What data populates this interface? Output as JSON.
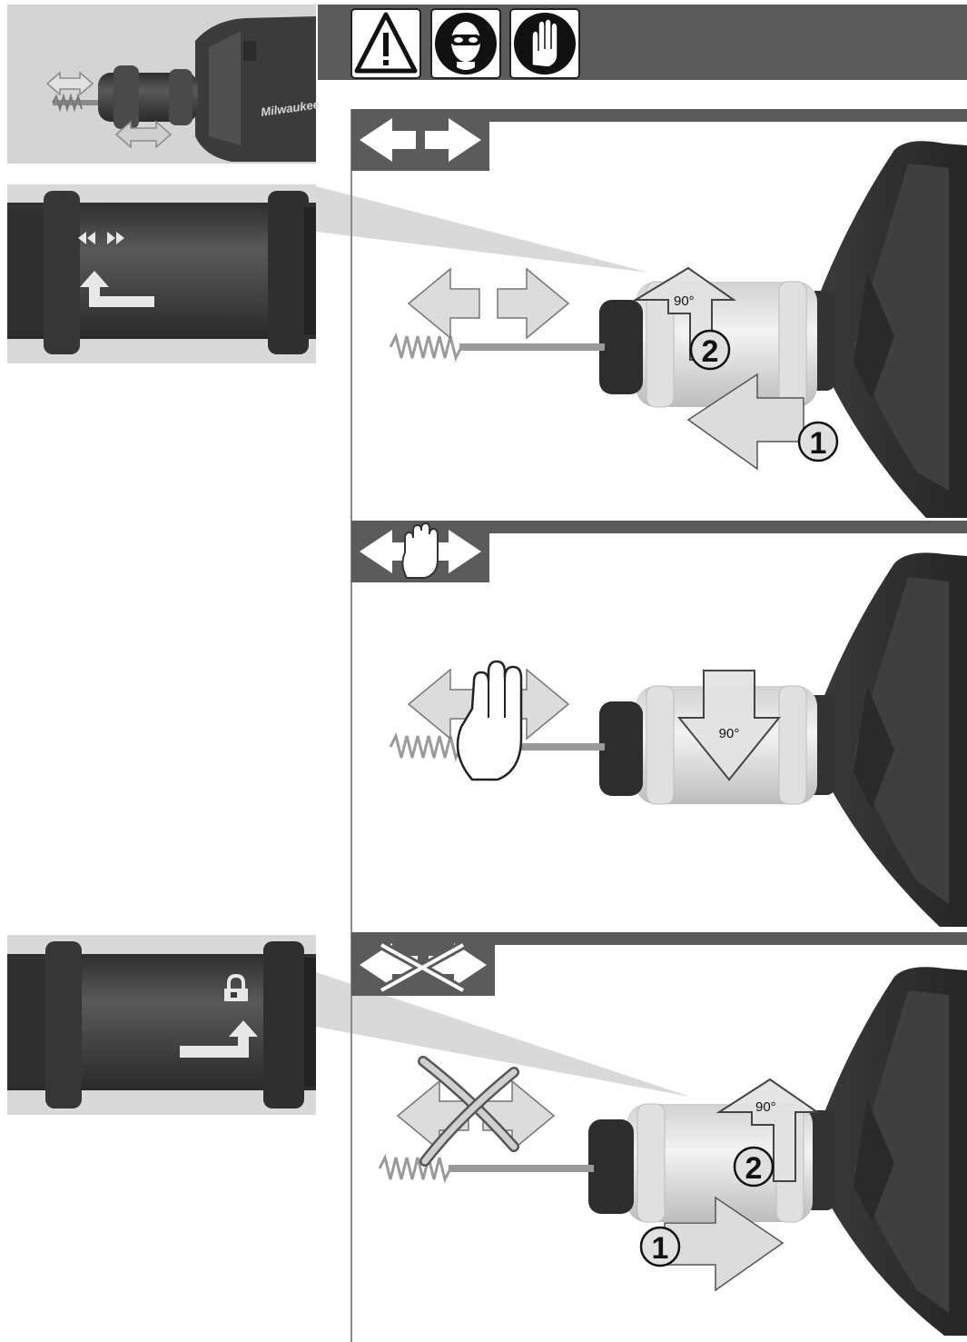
{
  "header": {
    "icons": [
      "warning-icon",
      "safety-goggles-icon",
      "safety-gloves-icon"
    ],
    "brand": "Milwaukee"
  },
  "sections": [
    {
      "id": "feed-mode",
      "badge_icon": "bidirectional-arrows-icon",
      "angle_label": "90°",
      "steps": [
        "1",
        "2"
      ]
    },
    {
      "id": "manual-mode",
      "badge_icon": "hand-with-arrows-icon",
      "angle_label": "90°",
      "steps": []
    },
    {
      "id": "lock-mode",
      "badge_icon": "crossed-arrows-icon",
      "angle_label": "90°",
      "steps": [
        "1",
        "2"
      ]
    }
  ],
  "colors": {
    "band": "#5b5b5b",
    "tool_dark": "#3d3d3d",
    "collar_light": "#e6e6e6",
    "arrow_fill": "#dcdcdc"
  }
}
